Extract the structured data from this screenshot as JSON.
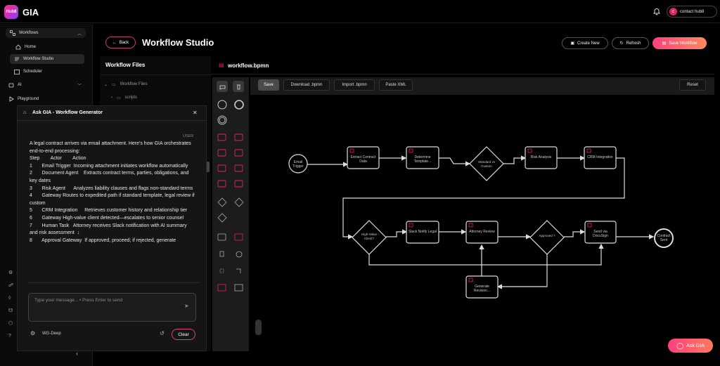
{
  "app": {
    "brand": "GIA",
    "logo_text": "Hub8",
    "user": "contact hub8",
    "user_initial": "C"
  },
  "sidebar": {
    "workflows": "Workflows",
    "home": "Home",
    "studio": "Workflow Studio",
    "scheduler": "Scheduler",
    "ai": "AI",
    "playground": "Playground"
  },
  "header": {
    "back": "Back",
    "title": "Workflow Studio",
    "create_new": "Create New",
    "refresh": "Refresh",
    "save_workflow": "Save Workflow"
  },
  "files": {
    "title": "Workflow Files",
    "folder": "Workflow Files",
    "subfolder": "scripts"
  },
  "editor": {
    "tab": "workflow.bpmn",
    "save": "Save",
    "download": "Download .bpmn",
    "import": "Import .bpmn",
    "paste": "Paste XML",
    "reset": "Reset"
  },
  "diagram": {
    "email_trigger": "Email Trigger",
    "extract": "Extract Contract Data",
    "determine": "Determine Template...",
    "standard": "Standard vs Custom",
    "risk": "Risk Analysis",
    "crm": "CRM Integration",
    "high_value": "High-Value Client?",
    "slack": "Slack Notify Legal",
    "attorney": "Attorney Review",
    "approved": "Approved ?",
    "send": "Send via DocuSign",
    "contract_sent": "Contract Sent",
    "generate": "Generate Revision..."
  },
  "chat": {
    "title": "Ask GIA - Workflow Generator",
    "role": "USER",
    "lines": [
      "A legal contract arrives via email attachment. Here's how GIA orchestrates end-to-end processing:",
      "Step        Actor        Action",
      "1       Email Trigger  Incoming attachment initiates workflow automatically",
      "2       Document Agent    Extracts contract terms, parties, obligations, and key dates",
      "3       Risk Agent      Analyzes liability clauses and flags non-standard terms",
      "4       Gateway Routes to expedited path if standard template, legal review if custom",
      "5       CRM Integration     Retrieves customer history and relationship tier",
      "6       Gateway High-value client detected—escalates to senior counsel",
      "7       Human Task   Attorney receives Slack notification with AI summary and risk assessment  ↓",
      "8       Approval Gateway  If approved, proceed; if rejected, generate"
    ],
    "placeholder": "Type your message... • Press Enter to send",
    "model": "WG-Deep",
    "clear": "Clear"
  },
  "ask_gia": "Ask GIA",
  "colors": {
    "accent": "#ff3f7e",
    "accent2": "#ff8a5c",
    "task_icon": "#e0245e"
  }
}
